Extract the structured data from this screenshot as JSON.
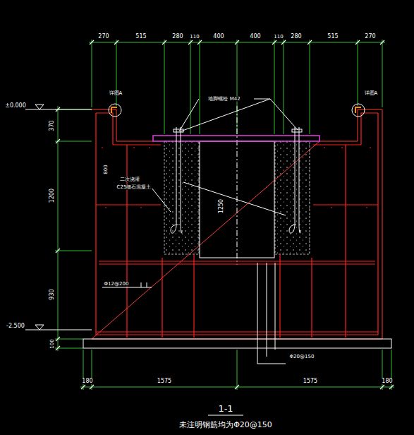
{
  "diagram": {
    "title": "1-1",
    "caption": "未注明钢筋均为Φ20@150",
    "labels": [
      "270",
      "515",
      "280",
      "110",
      "400",
      "400",
      "110",
      "280",
      "515",
      "270",
      "±0.000",
      "370",
      "1200",
      "930",
      "100",
      "-2.500",
      "详图A",
      "详图A",
      "地脚螺栓 M42",
      "800",
      "二次浇灌",
      "C25细石混凝土",
      "1250",
      "Φ12@200",
      "Φ20@150",
      "180",
      "1575",
      "1575",
      "180"
    ]
  }
}
